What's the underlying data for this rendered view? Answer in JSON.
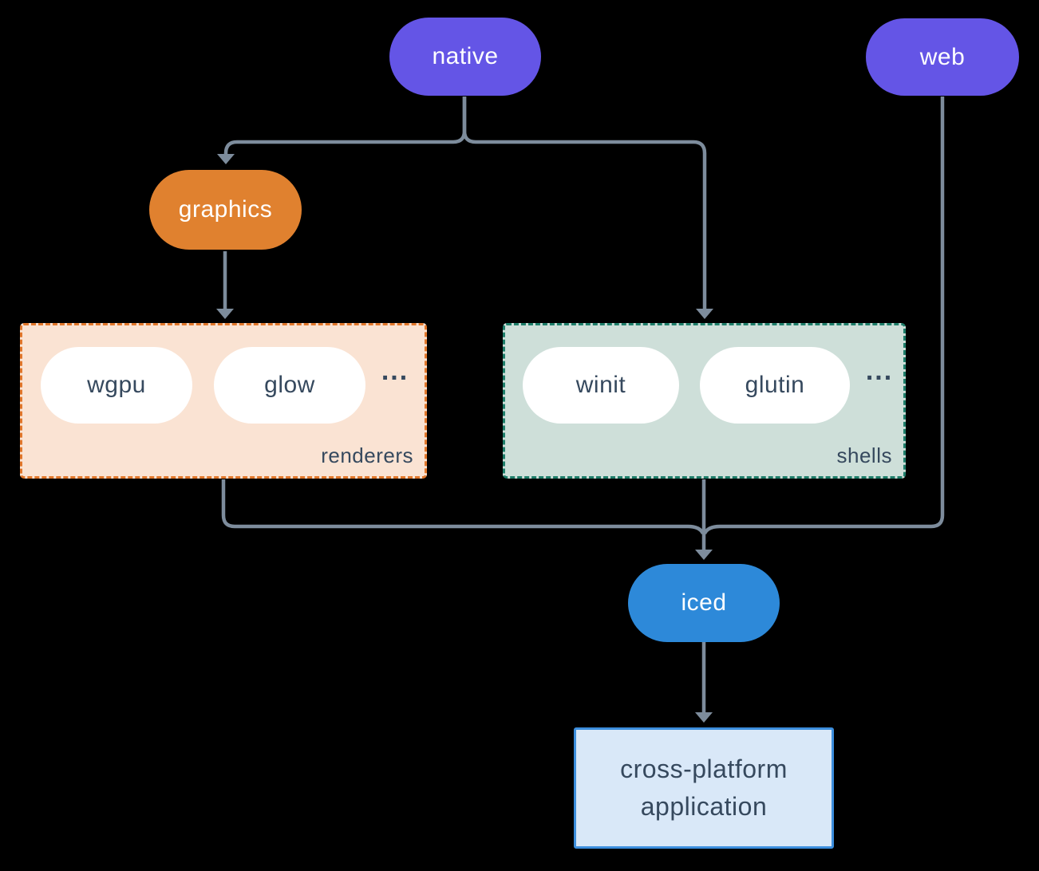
{
  "canvas": {
    "background": "#000000",
    "edge_color": "#7d8c9c"
  },
  "nodes": {
    "native": {
      "label": "native",
      "fill": "#6455e6",
      "text_color": "#ffffff"
    },
    "web": {
      "label": "web",
      "fill": "#6455e6",
      "text_color": "#ffffff"
    },
    "graphics": {
      "label": "graphics",
      "fill": "#e0812f",
      "text_color": "#ffffff"
    },
    "iced": {
      "label": "iced",
      "fill": "#2d89d9",
      "text_color": "#ffffff"
    },
    "wgpu": {
      "label": "wgpu",
      "fill": "#ffffff",
      "text_color": "#36495e"
    },
    "glow": {
      "label": "glow",
      "fill": "#ffffff",
      "text_color": "#36495e"
    },
    "winit": {
      "label": "winit",
      "fill": "#ffffff",
      "text_color": "#36495e"
    },
    "glutin": {
      "label": "glutin",
      "fill": "#ffffff",
      "text_color": "#36495e"
    },
    "application": {
      "label_line1": "cross-platform",
      "label_line2": "application",
      "fill": "#d9e8f8",
      "border": "#3c8edd",
      "text_color": "#36495e"
    }
  },
  "groups": {
    "renderers": {
      "label": "renderers",
      "ellipsis": "...",
      "fill": "#fae3d3",
      "border": "#e1772b"
    },
    "shells": {
      "label": "shells",
      "ellipsis": "...",
      "fill": "#cedfd9",
      "border": "#1e7e6a"
    }
  },
  "edges": [
    {
      "from": "native",
      "to": "graphics"
    },
    {
      "from": "native",
      "to": "shells"
    },
    {
      "from": "graphics",
      "to": "renderers"
    },
    {
      "from": "renderers",
      "to": "iced"
    },
    {
      "from": "shells",
      "to": "iced"
    },
    {
      "from": "web",
      "to": "iced"
    },
    {
      "from": "iced",
      "to": "application"
    }
  ]
}
